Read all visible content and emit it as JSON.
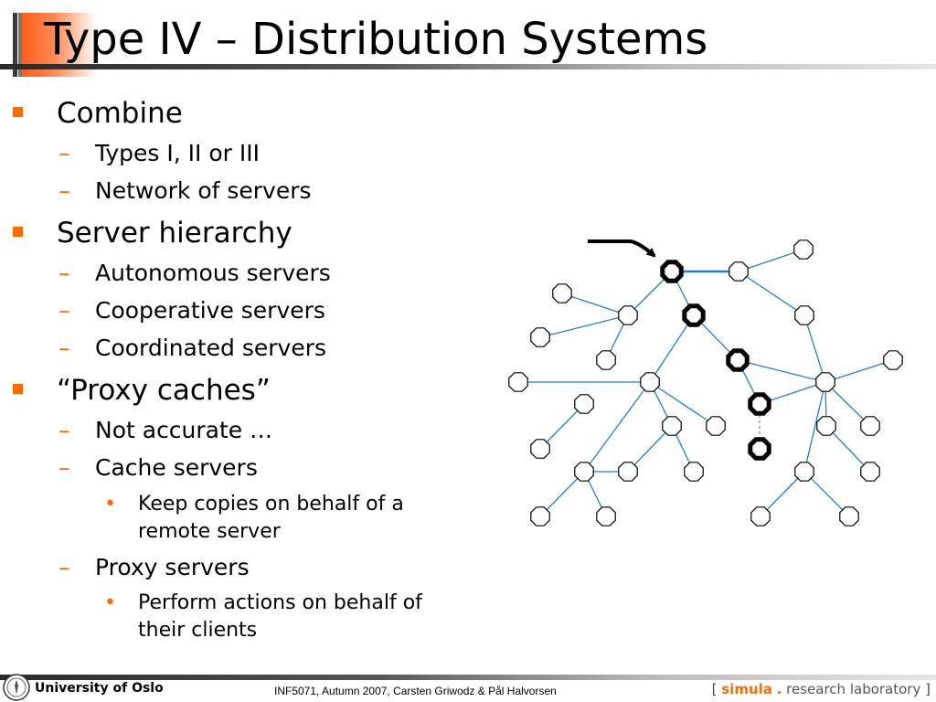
{
  "slide": {
    "title": "Type IV – Distribution Systems"
  },
  "bullets": {
    "combine": "Combine",
    "combine_items": [
      "Types I, II or III",
      "Network of servers"
    ],
    "hierarchy": "Server hierarchy",
    "hierarchy_items": [
      "Autonomous servers",
      "Cooperative servers",
      "Coordinated servers"
    ],
    "proxy": "“Proxy caches”",
    "proxy_items": [
      "Not accurate …",
      "Cache servers"
    ],
    "cache_sub": [
      "Keep copies on behalf of a",
      "remote server"
    ],
    "proxy_servers": "Proxy servers",
    "proxy_servers_sub": [
      "Perform actions on behalf of",
      "their clients"
    ],
    "dash_glyph": "–",
    "dot_glyph": "•"
  },
  "footer": {
    "university": "University of Oslo",
    "center": "INF5071,  Autumn 2007,  Carsten Griwodz & Pål Halvorsen",
    "brand_open": "[",
    "brand_simula": "simula",
    "brand_dot": ".",
    "brand_rest": "research laboratory",
    "brand_close": "]"
  },
  "colors": {
    "accent": "#ff6a00",
    "edge_blue": "#1e7fd6",
    "highlight": "#000000"
  }
}
